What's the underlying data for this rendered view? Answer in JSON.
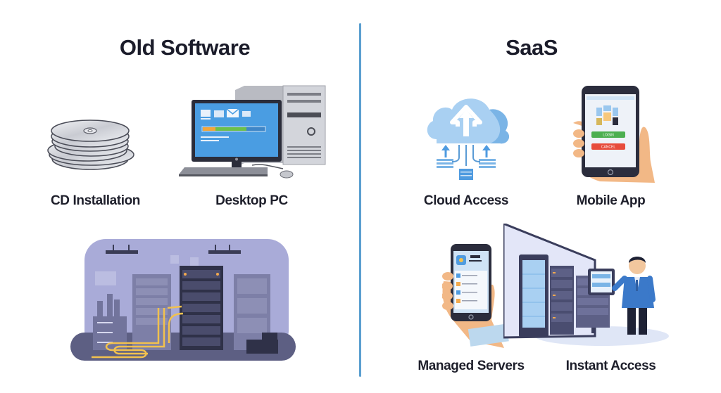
{
  "left_panel": {
    "title": "Old Software",
    "items": [
      {
        "label": "CD Installation",
        "icon": "cd-stack-icon"
      },
      {
        "label": "Desktop PC",
        "icon": "desktop-pc-icon"
      },
      {
        "label": "",
        "icon": "server-room-icon"
      }
    ]
  },
  "right_panel": {
    "title": "SaaS",
    "items": [
      {
        "label": "Cloud Access",
        "icon": "cloud-upload-icon"
      },
      {
        "label": "Mobile App",
        "icon": "mobile-app-icon",
        "buttons": [
          "LOGIN",
          "CANCEL"
        ]
      },
      {
        "label": "Managed Servers",
        "icon": "phone-in-hand-icon"
      },
      {
        "label": "Instant Access",
        "icon": "server-with-person-icon"
      }
    ]
  },
  "colors": {
    "divider": "#5b9fd0",
    "title_text": "#1b1c2a",
    "accent_blue": "#4f9be0",
    "server_room_bg": "#a7a9d6",
    "cable_yellow": "#f2c14e",
    "green_button": "#4caf50",
    "red_button": "#e74c3c"
  }
}
